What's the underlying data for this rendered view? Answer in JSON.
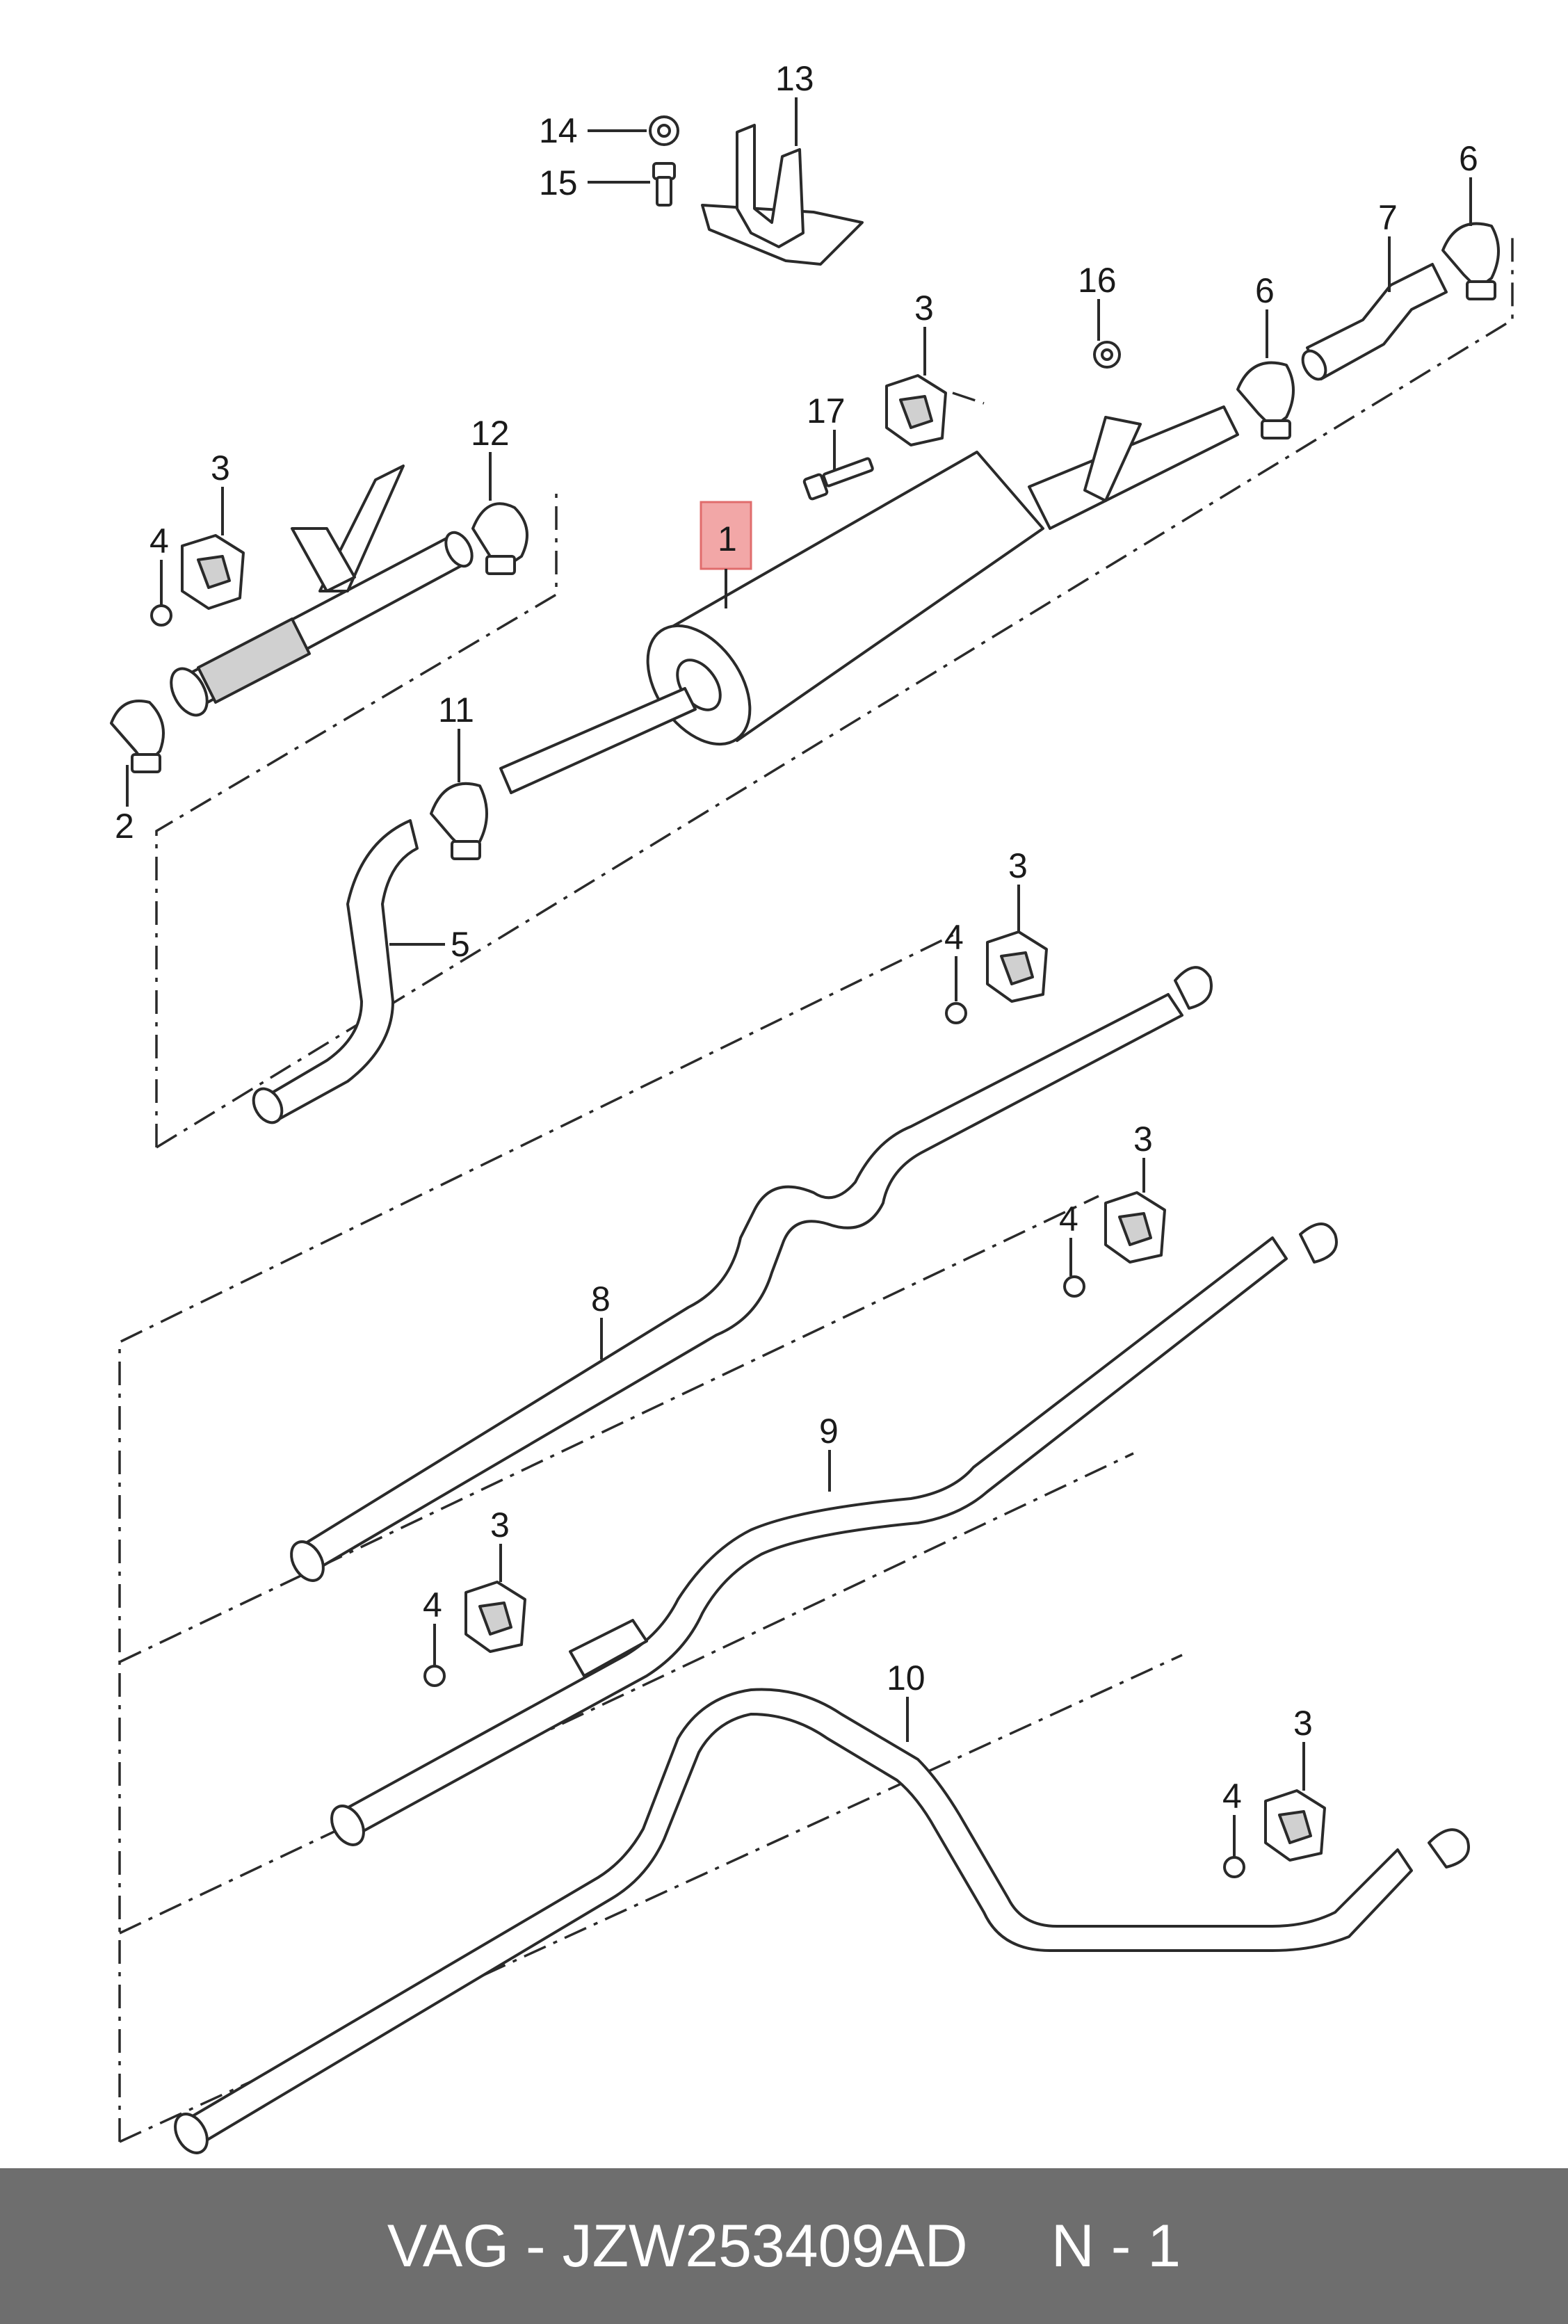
{
  "callouts": {
    "c1": "1",
    "c2": "2",
    "c3a": "3",
    "c3b": "3",
    "c3c": "3",
    "c3d": "3",
    "c3e": "3",
    "c3f": "3",
    "c4a": "4",
    "c4b": "4",
    "c4c": "4",
    "c4d": "4",
    "c4e": "4",
    "c5": "5",
    "c6a": "6",
    "c6b": "6",
    "c7": "7",
    "c8": "8",
    "c9": "9",
    "c10": "10",
    "c11": "11",
    "c12": "12",
    "c13": "13",
    "c14": "14",
    "c15": "15",
    "c16": "16",
    "c17": "17"
  },
  "footer": {
    "brand_part": "VAG - JZW253409AD",
    "sheet": "N - 1"
  }
}
